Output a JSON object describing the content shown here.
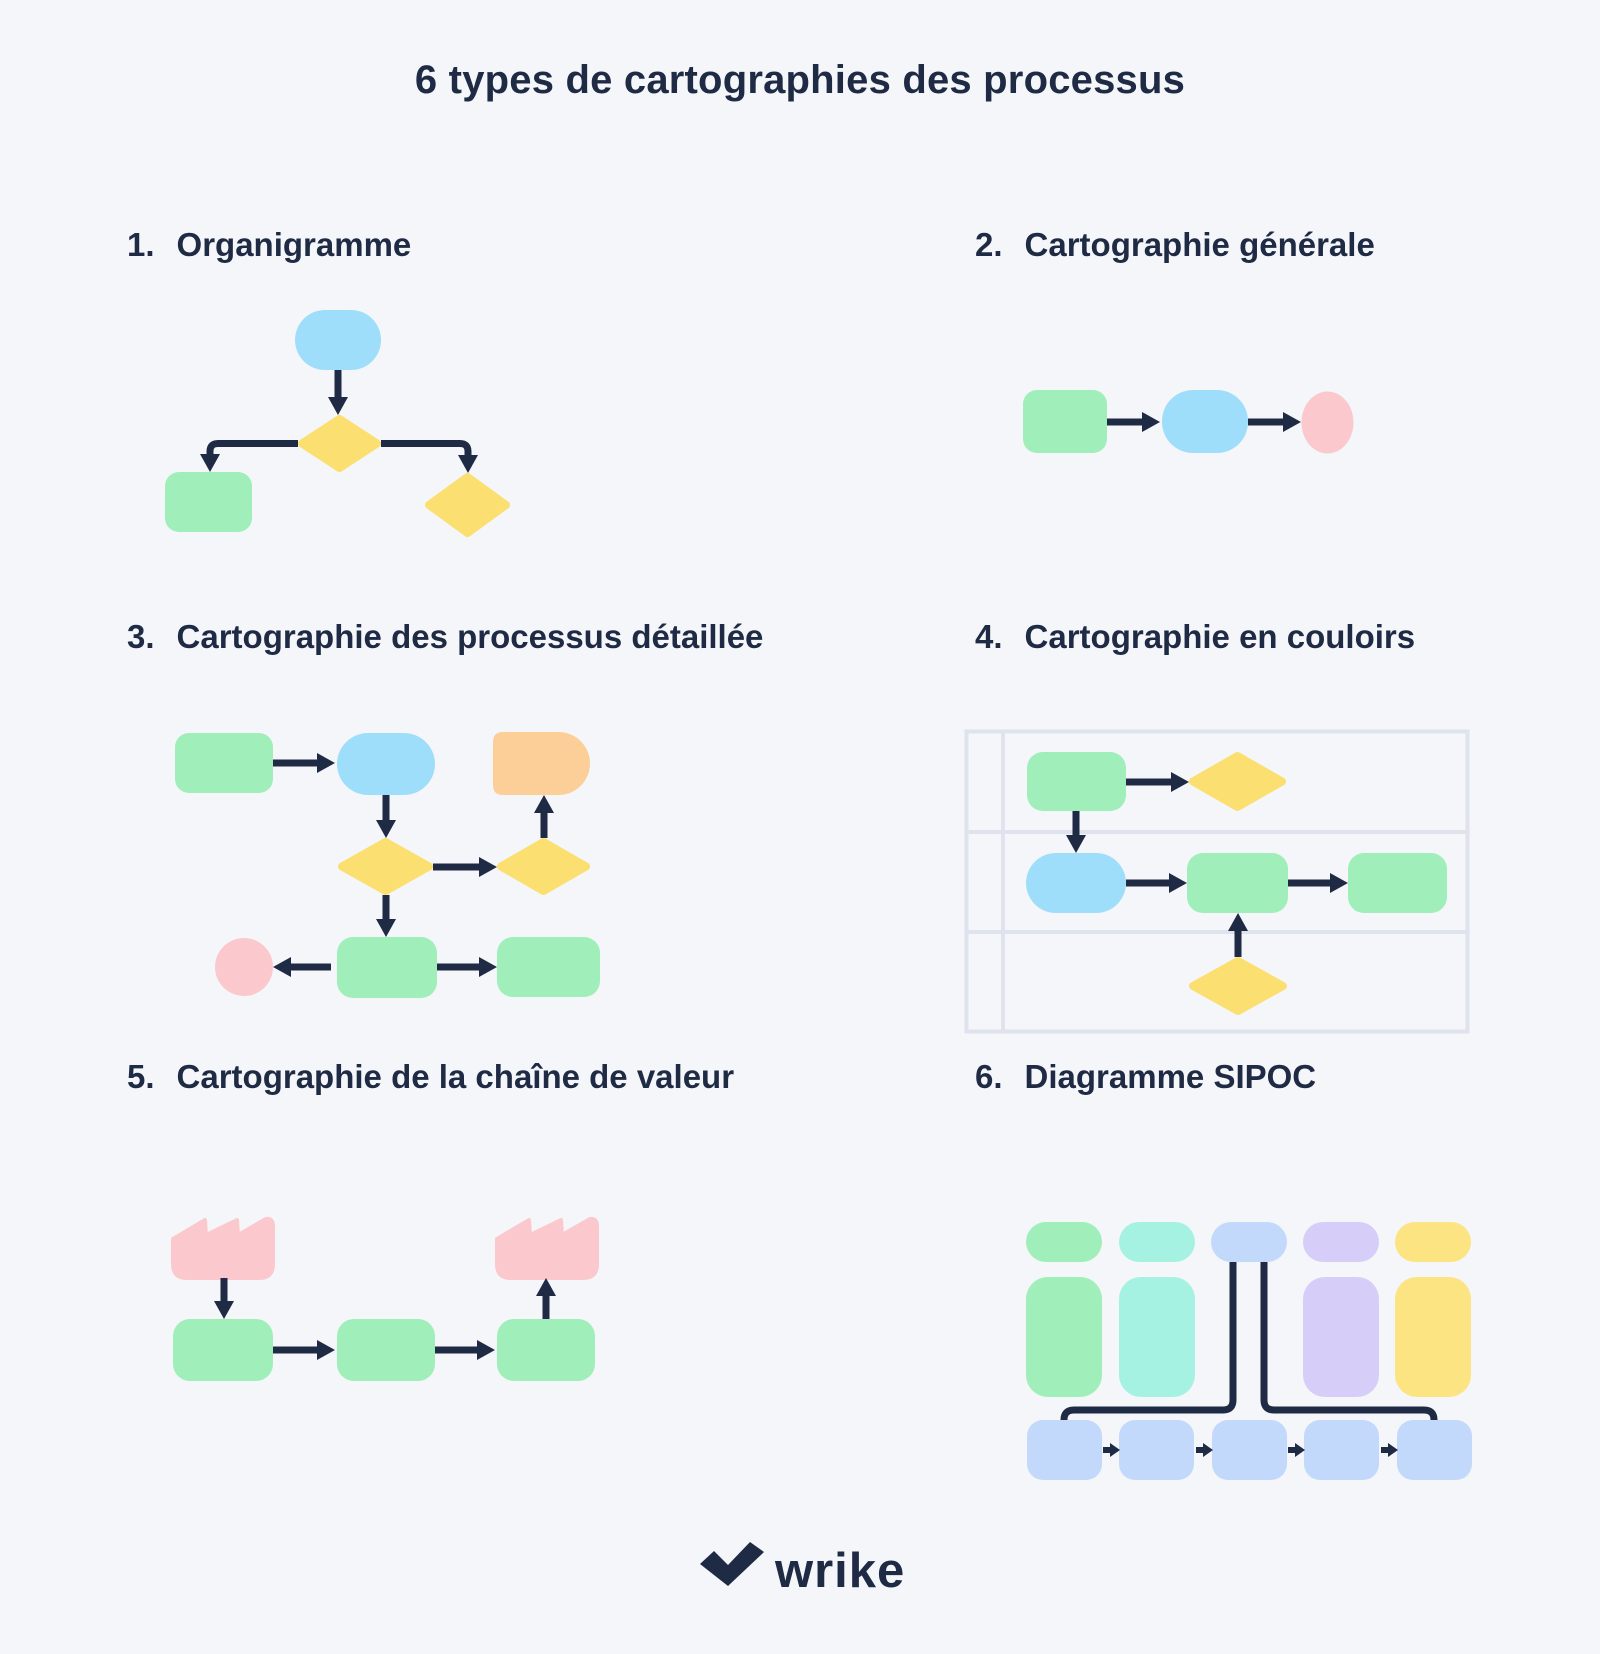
{
  "header": {
    "title": "6 types de cartographies des processus"
  },
  "sections": [
    {
      "number": "1.",
      "label": "Organigramme"
    },
    {
      "number": "2.",
      "label": "Cartographie générale"
    },
    {
      "number": "3.",
      "label": "Cartographie des processus détaillée"
    },
    {
      "number": "4.",
      "label": "Cartographie en couloirs"
    },
    {
      "number": "5.",
      "label": "Cartographie de la chaîne de valeur"
    },
    {
      "number": "6.",
      "label": "Diagramme SIPOC"
    }
  ],
  "footer": {
    "brand": "wrike"
  },
  "palette": {
    "bg": "#f4f6f9",
    "ink": "#1f2a44",
    "green": "#a0efba",
    "blue": "#9fdefb",
    "yellow": "#fbe071",
    "pink": "#fbc9cd",
    "orange": "#fbcf97",
    "teal": "#a5f2e3",
    "periwinkle": "#c3d9fb",
    "lavender": "#d6cef8",
    "sipoc-yellow": "#fde483",
    "lane-border": "#dfe3ed"
  }
}
